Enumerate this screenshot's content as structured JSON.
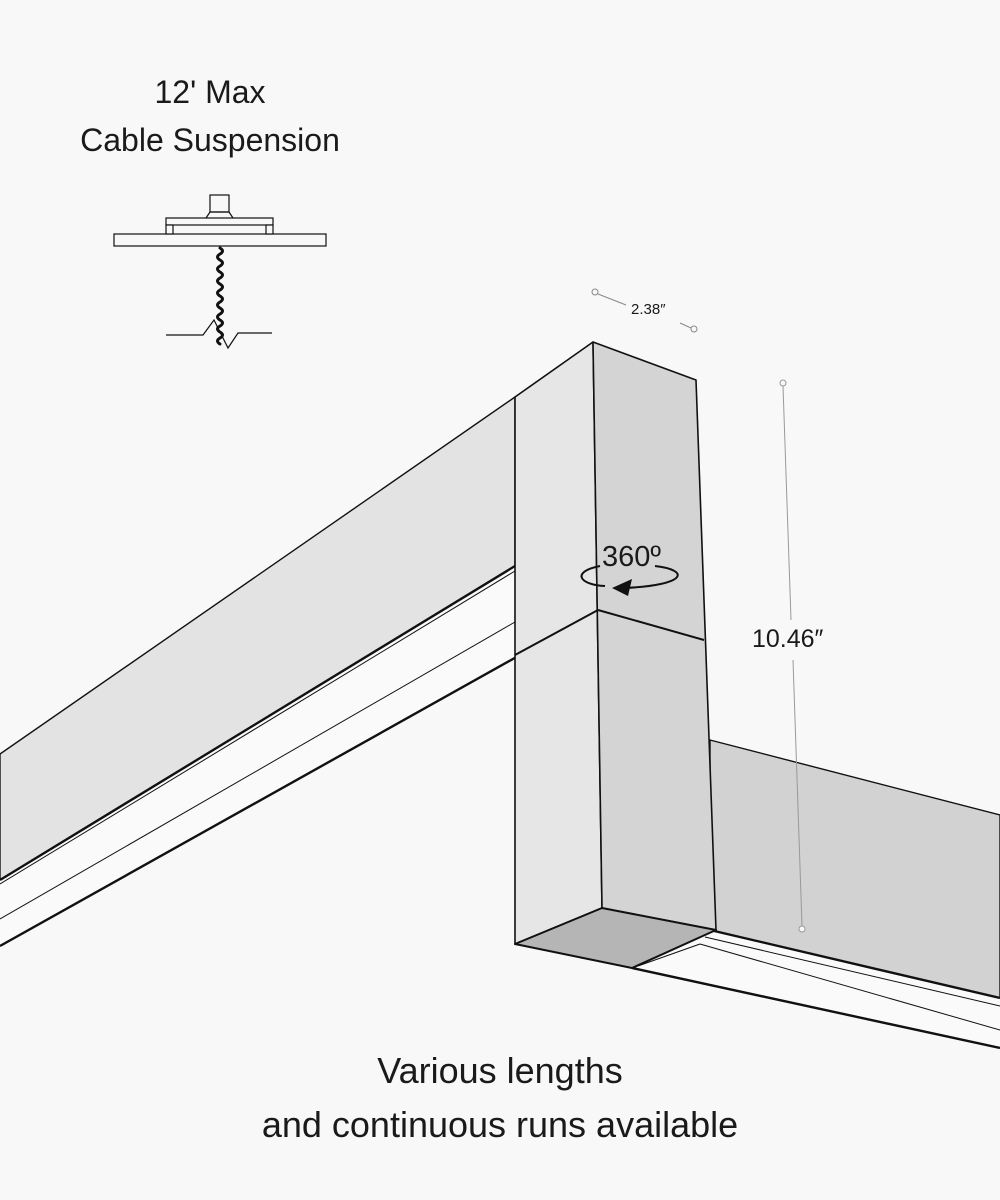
{
  "header": {
    "line1": "12' Max",
    "line2": "Cable Suspension"
  },
  "dimensions": {
    "width": "2.38″",
    "height": "10.46″",
    "rotation": "360º"
  },
  "footer": {
    "line1": "Various lengths",
    "line2": "and continuous runs available"
  },
  "colors": {
    "background": "#f8f8f8",
    "face_light": "#e3e3e3",
    "face_mid": "#d2d2d2",
    "face_dark": "#b5b5b5",
    "lens": "#fafafa",
    "stroke": "#111111",
    "dim_line": "#9a9a9a"
  }
}
